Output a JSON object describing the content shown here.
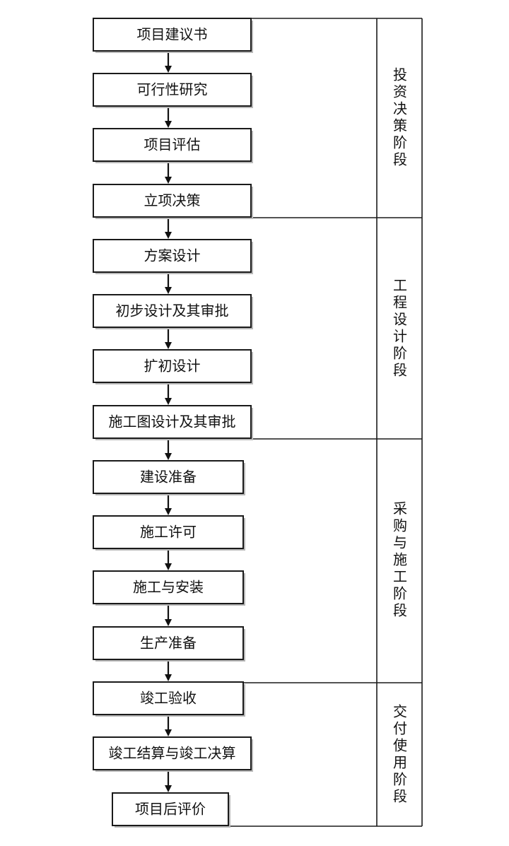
{
  "steps": [
    "项目建议书",
    "可行性研究",
    "项目评估",
    "立项决策",
    "方案设计",
    "初步设计及其审批",
    "扩初设计",
    "施工图设计及其审批",
    "建设准备",
    "施工许可",
    "施工与安装",
    "生产准备",
    "竣工验收",
    "竣工结算与竣工决算",
    "项目后评价"
  ],
  "phases": [
    "投资决策阶段",
    "工程设计阶段",
    "采购与施工阶段",
    "交付使用阶段"
  ],
  "colors": {
    "line": "#1a1a1a",
    "box_fill": "#ffffff",
    "shadow": "#b8b8b8"
  }
}
